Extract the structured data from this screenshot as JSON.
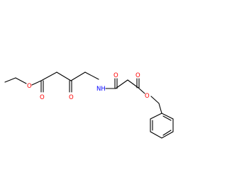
{
  "molecule": {
    "atoms": {
      "ester_o_left": "O",
      "carbonyl_o_left_ester": "O",
      "ketone_o": "O",
      "amide_n": "NH",
      "amide_o": "O",
      "carbonyl_o_right_ester": "O",
      "ester_o_right": "O"
    },
    "colors": {
      "bond": "#000000",
      "oxygen": "#ff0000",
      "nitrogen": "#0000ff",
      "background": "#ffffff"
    }
  }
}
